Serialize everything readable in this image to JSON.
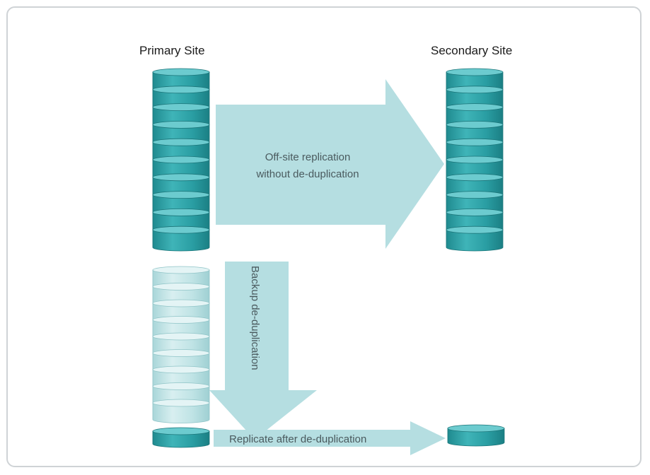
{
  "labels": {
    "primary_site": "Primary Site",
    "secondary_site": "Secondary Site"
  },
  "arrows": {
    "offsite_line1": "Off-site replication",
    "offsite_line2": "without de-duplication",
    "backup_dedup": "Backup de-duplication",
    "replicate_after": "Replicate after de-duplication"
  },
  "colors": {
    "disk_dark": "#2a9ea3",
    "disk_top": "#5cc4c8",
    "disk_light": "#b7dfe2",
    "arrow_fill": "#b5dee1",
    "frame_border": "#cfd3d6"
  }
}
